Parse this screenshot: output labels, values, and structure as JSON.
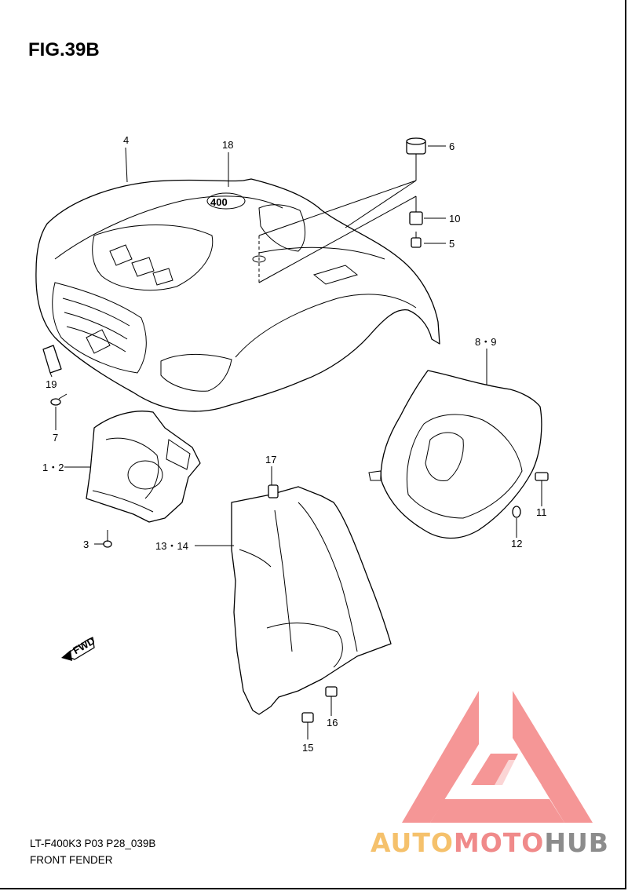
{
  "figure": {
    "title": "FIG.39B",
    "code": "LT-F400K3 P03 P28_039B",
    "name": "FRONT FENDER"
  },
  "emblem_text": "400",
  "fwd_text": "FWD",
  "callouts": [
    "4",
    "18",
    "6",
    "10",
    "5",
    "19",
    "7",
    "8・9",
    "1・2",
    "3",
    "17",
    "13・14",
    "11",
    "12",
    "15",
    "16"
  ],
  "watermark": {
    "part_a": "AUTO",
    "part_b": "MOTO",
    "part_c": "HUB",
    "colors": {
      "a": "#f5c16c",
      "b": "#f08a8a",
      "c": "#8c8c8c",
      "logo": "#f26b6b"
    }
  }
}
